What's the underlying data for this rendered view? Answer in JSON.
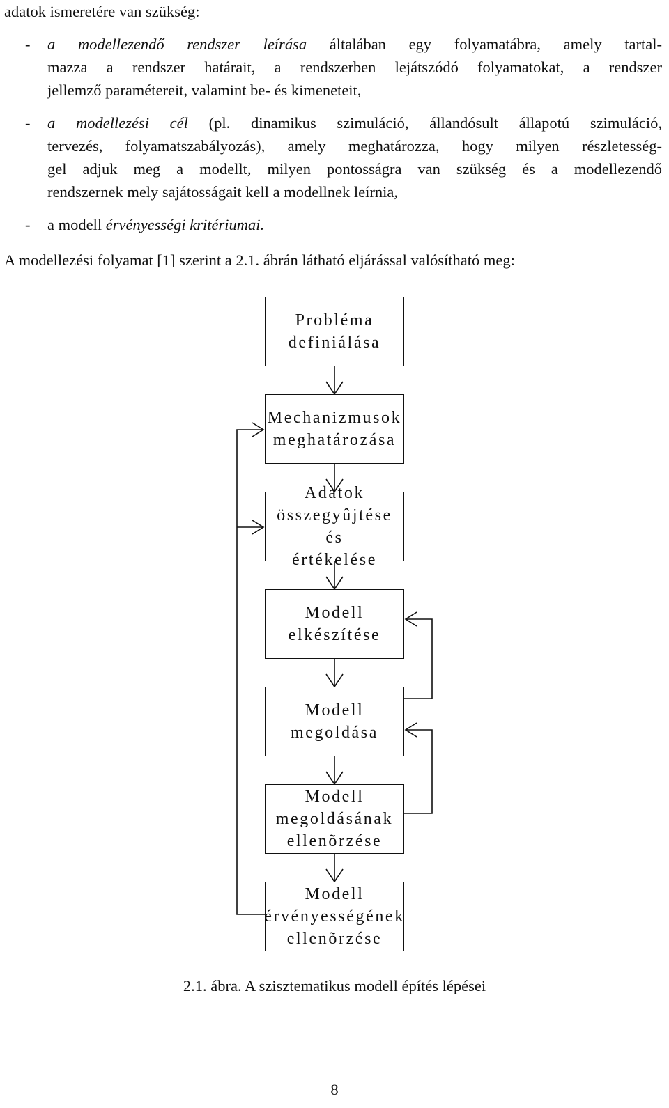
{
  "paragraph": {
    "intro": "adatok ismeretére van szükség:",
    "bullet_dash": "-",
    "bullet1": {
      "em": "a modellezendő rendszer leírása",
      "line1_rest": " általában egy folyamatábra, amely tartal-",
      "line2": "mazza a rendszer határait, a rendszerben lejátszódó folyamatokat, a rendszer",
      "line3": "jellemző paramétereit, valamint be- és kimeneteit,"
    },
    "bullet2": {
      "em": "a modellezési cél",
      "line1_rest": " (pl. dinamikus szimuláció, állandósult állapotú szimuláció,",
      "line2": "tervezés, folyamatszabályozás), amely meghatározza, hogy milyen részletesség-",
      "line3": "gel adjuk meg a modellt, milyen pontosságra van szükség és a modellezendő",
      "line4": "rendszernek mely sajátosságait kell a modellnek leírnia,"
    },
    "bullet3": {
      "prefix": "a modell ",
      "em": "érvényességi kritériumai."
    },
    "closing": "A modellezési folyamat [1] szerint a 2.1. ábrán látható eljárással valósítható meg:"
  },
  "flowchart": {
    "steps": [
      "Probléma\ndefiniálása",
      "Mechanizmusok\nmeghatározása",
      "Adatok\nösszegyûjtése és\nértékelése",
      "Modell\nelkészítése",
      "Modell\nmegoldása",
      "Modell\nmegoldásának\nellenõrzése",
      "Modell\nérvényességének\nellenõrzése"
    ]
  },
  "caption": "2.1. ábra. A szisztematikus modell építés lépései",
  "page_number": "8"
}
